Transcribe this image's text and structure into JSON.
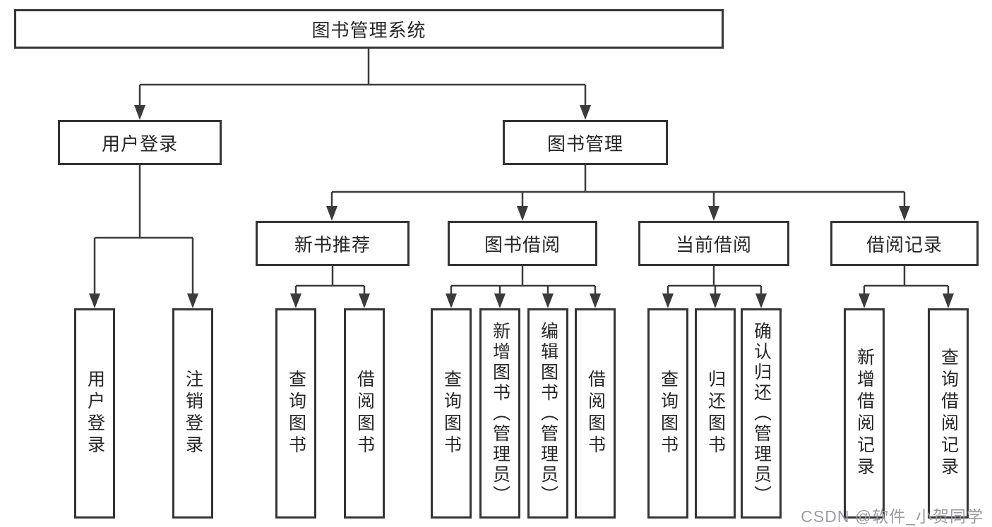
{
  "tree": {
    "root": "图书管理系统",
    "children": [
      {
        "label": "用户登录",
        "children": [
          "用户登录",
          "注销登录"
        ]
      },
      {
        "label": "图书管理",
        "children": [
          {
            "label": "新书推荐",
            "children": [
              "查询图书",
              "借阅图书"
            ]
          },
          {
            "label": "图书借阅",
            "children": [
              "查询图书",
              "新增图书（管理员）",
              "编辑图书（管理员）",
              "借阅图书"
            ]
          },
          {
            "label": "当前借阅",
            "children": [
              "查询图书",
              "归还图书",
              "确认归还（管理员）"
            ]
          },
          {
            "label": "借阅记录",
            "children": [
              "新增借阅记录",
              "查询借阅记录"
            ]
          }
        ]
      }
    ]
  },
  "watermark": {
    "text": "CSDN @软件_小贺同学"
  },
  "colors": {
    "background": "#ffffff",
    "line": "#3b3b3b",
    "box_border": "#343434",
    "text": "#262626",
    "watermark": "#9a9aa2"
  }
}
